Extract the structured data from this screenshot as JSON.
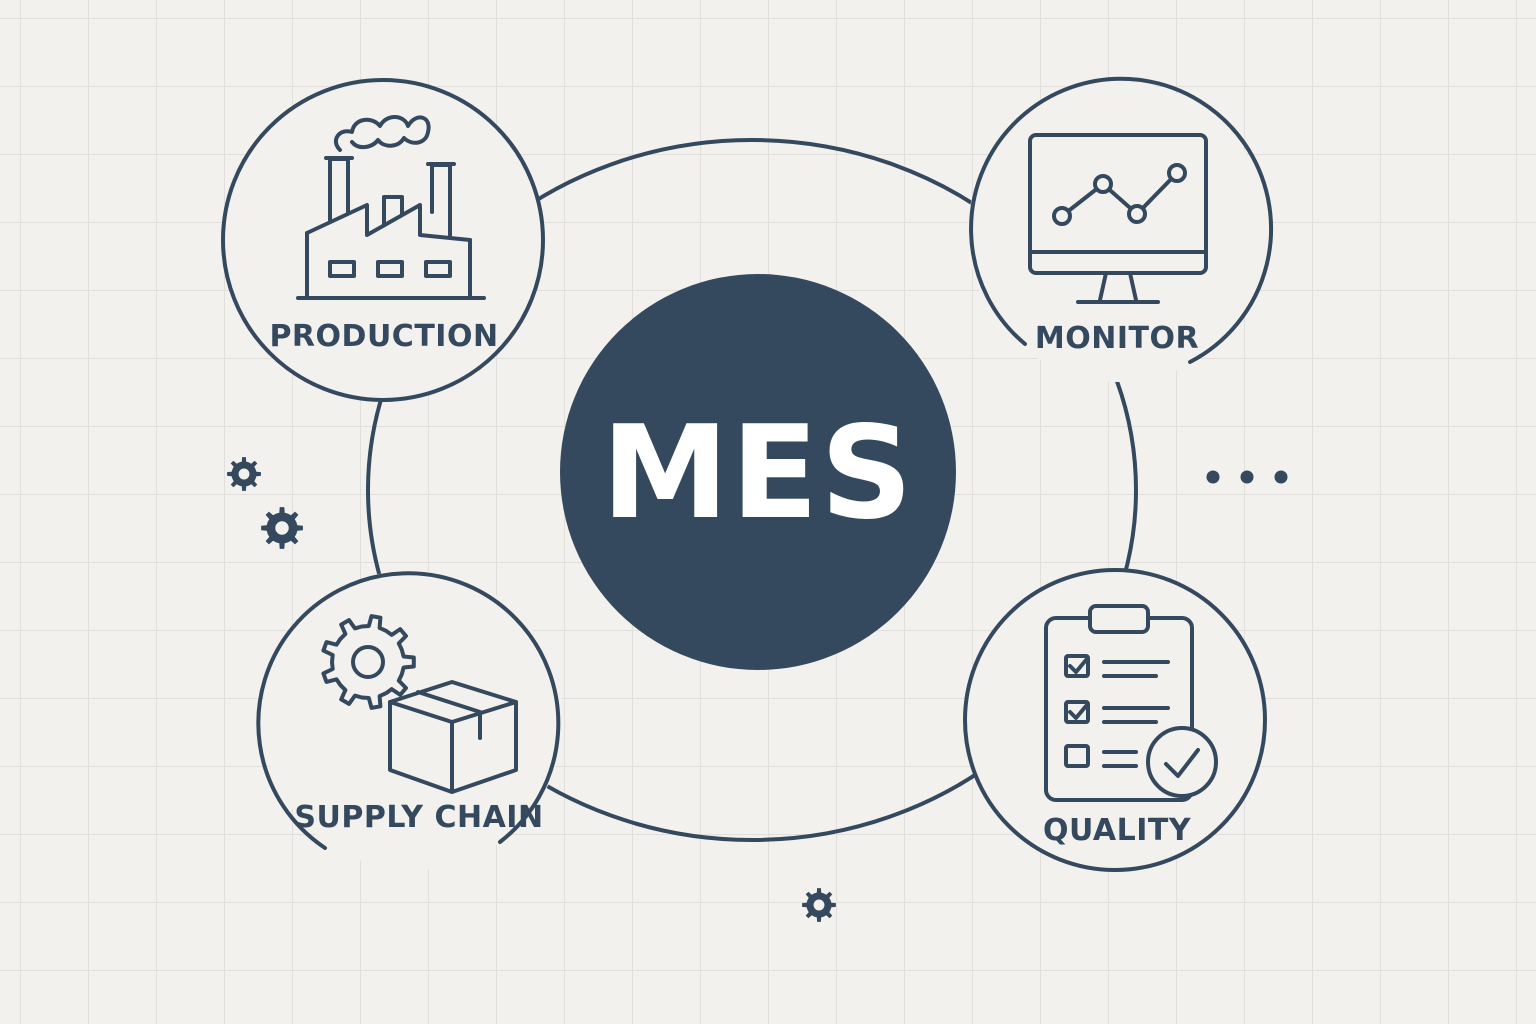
{
  "theme": {
    "ink": "#34495e",
    "hub_fill": "#34495e",
    "hub_text": "#ffffff",
    "background": "#f2f1ee",
    "grid": "#e0dfdb"
  },
  "hub": {
    "label": "MES"
  },
  "nodes": [
    {
      "id": "production",
      "label": "PRODUCTION",
      "icon": "factory-icon"
    },
    {
      "id": "monitor",
      "label": "MONITOR",
      "icon": "monitor-chart-icon"
    },
    {
      "id": "supply",
      "label": "SUPPLY CHAIN",
      "icon": "gear-box-icon"
    },
    {
      "id": "quality",
      "label": "QUALITY",
      "icon": "clipboard-check-icon"
    }
  ],
  "decorations": {
    "gears": [
      "gear-icon",
      "gear-icon",
      "gear-icon"
    ],
    "more": "ellipsis-icon"
  }
}
